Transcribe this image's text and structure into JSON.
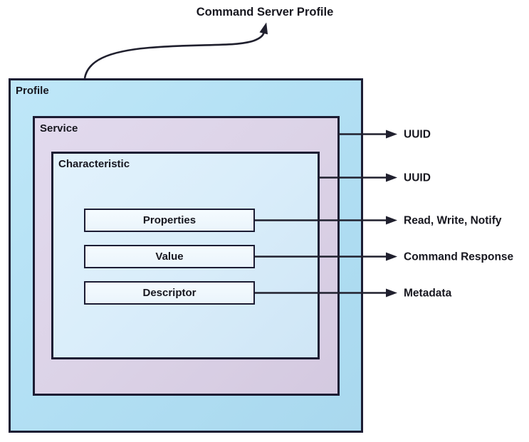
{
  "title": "Command Server Profile",
  "boxes": {
    "profile": "Profile",
    "service": "Service",
    "characteristic": "Characteristic",
    "properties": "Properties",
    "value": "Value",
    "descriptor": "Descriptor"
  },
  "annotations": [
    {
      "label": "UUID"
    },
    {
      "label": "UUID"
    },
    {
      "label": "Read, Write, Notify"
    },
    {
      "label": "Command Response"
    },
    {
      "label": "Metadata"
    }
  ],
  "colors": {
    "profile_fill": "#b3e0f4",
    "service_fill": "#dcd3e7",
    "characteristic_fill": "#d9edfa",
    "inner_box_fill": "#eff8fd",
    "border": "#1c1c33",
    "arrow": "#20202e",
    "text": "#17171f",
    "background": "#ffffff"
  }
}
